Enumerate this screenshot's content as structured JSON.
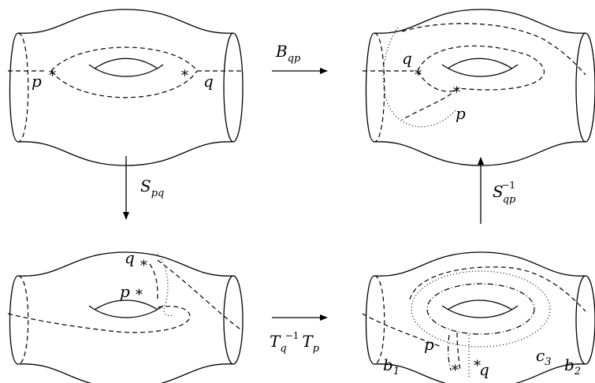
{
  "diagram": {
    "points": {
      "p": "p",
      "q": "q",
      "star": "*"
    },
    "maps": {
      "top_arrow": {
        "base": "B",
        "sub": "qp",
        "sup": ""
      },
      "left_arrow": {
        "base": "S",
        "sub": "pq",
        "sup": ""
      },
      "right_arrow": {
        "base": "S",
        "sub": "qp",
        "sup": "−1"
      },
      "bottom_arrow": {
        "part1": {
          "base": "T",
          "sub": "q",
          "sup": "−1"
        },
        "part2": {
          "base": "T",
          "sub": "p"
        }
      }
    },
    "boundary_labels": {
      "b1": {
        "base": "b",
        "sub": "1"
      },
      "b2": {
        "base": "b",
        "sub": "2"
      },
      "c3": {
        "base": "c",
        "sub": "3"
      }
    }
  }
}
